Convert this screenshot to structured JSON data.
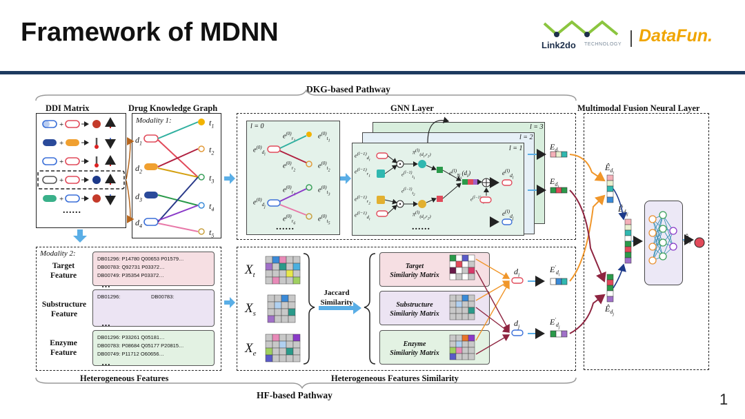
{
  "slide": {
    "title": "Framework of MDNN",
    "page_number": "1"
  },
  "logos": {
    "link2do": "Link2do",
    "link2do_sub": "TECHNOLOGY",
    "datafun": "DataFun."
  },
  "pathways": {
    "top": "DKG-based Pathway",
    "bottom": "HF-based Pathway"
  },
  "sections": {
    "ddi_matrix": "DDI Matrix",
    "drug_kg": "Drug Knowledge Graph",
    "gnn_layer": "GNN Layer",
    "fusion": "Multimodal Fusion Neural Layer",
    "hetero_features": "Heterogeneous Features",
    "hetero_similarity": "Heterogeneous Features Similarity"
  },
  "modality1": "Modality 1:",
  "modality2": "Modality 2:",
  "ellipsis": "......",
  "features": [
    {
      "label_line1": "Target",
      "label_line2": "Feature",
      "lines": [
        "DB01296: P14780 Q00653 P01579…",
        "DB00783: Q92731 P03372…",
        "DB00749: P35354 P03372…"
      ],
      "more": "…",
      "color": "#f6dfe3"
    },
    {
      "label_line1": "Substructure",
      "label_line2": "Feature",
      "lines": [
        "DB01296:",
        "DB00783:"
      ],
      "more": "…",
      "color": "#ece4f3"
    },
    {
      "label_line1": "Enzyme",
      "label_line2": "Feature",
      "lines": [
        "DB01296: P33261 Q05181…",
        "DB00783: P08684 Q05177 P20815…",
        "DB00749: P11712 O60656…"
      ],
      "more": "…",
      "color": "#e3f2e3"
    }
  ],
  "jaccard": {
    "line1": "Jaccard",
    "line2": "Similarity"
  },
  "sim_matrices": [
    {
      "line1": "Target",
      "line2": "Similarity Matrix",
      "color": "#f6dfe3"
    },
    {
      "line1": "Substructure",
      "line2": "Similarity Matrix",
      "color": "#ece4f3"
    },
    {
      "line1": "Enzyme",
      "line2": "Similarity Matrix",
      "color": "#e3f2e3"
    }
  ],
  "gnn_layers": [
    "l = 3",
    "l = 2",
    "l = 1"
  ],
  "gnn_l0": "l = 0",
  "colors": {
    "rule": "#1d3a5f",
    "arrow_blue": "#5aaee6",
    "orange": "#f0962a",
    "maroon": "#8e2440",
    "gnn_panel": "#e4f2ea",
    "fusion_panel": "#ece8f6"
  },
  "icons": [
    "capsule-icon",
    "bug-icon",
    "thermometer-icon",
    "virus-icon",
    "sun-target-icon",
    "molecule-icon",
    "neural-net-icon"
  ]
}
